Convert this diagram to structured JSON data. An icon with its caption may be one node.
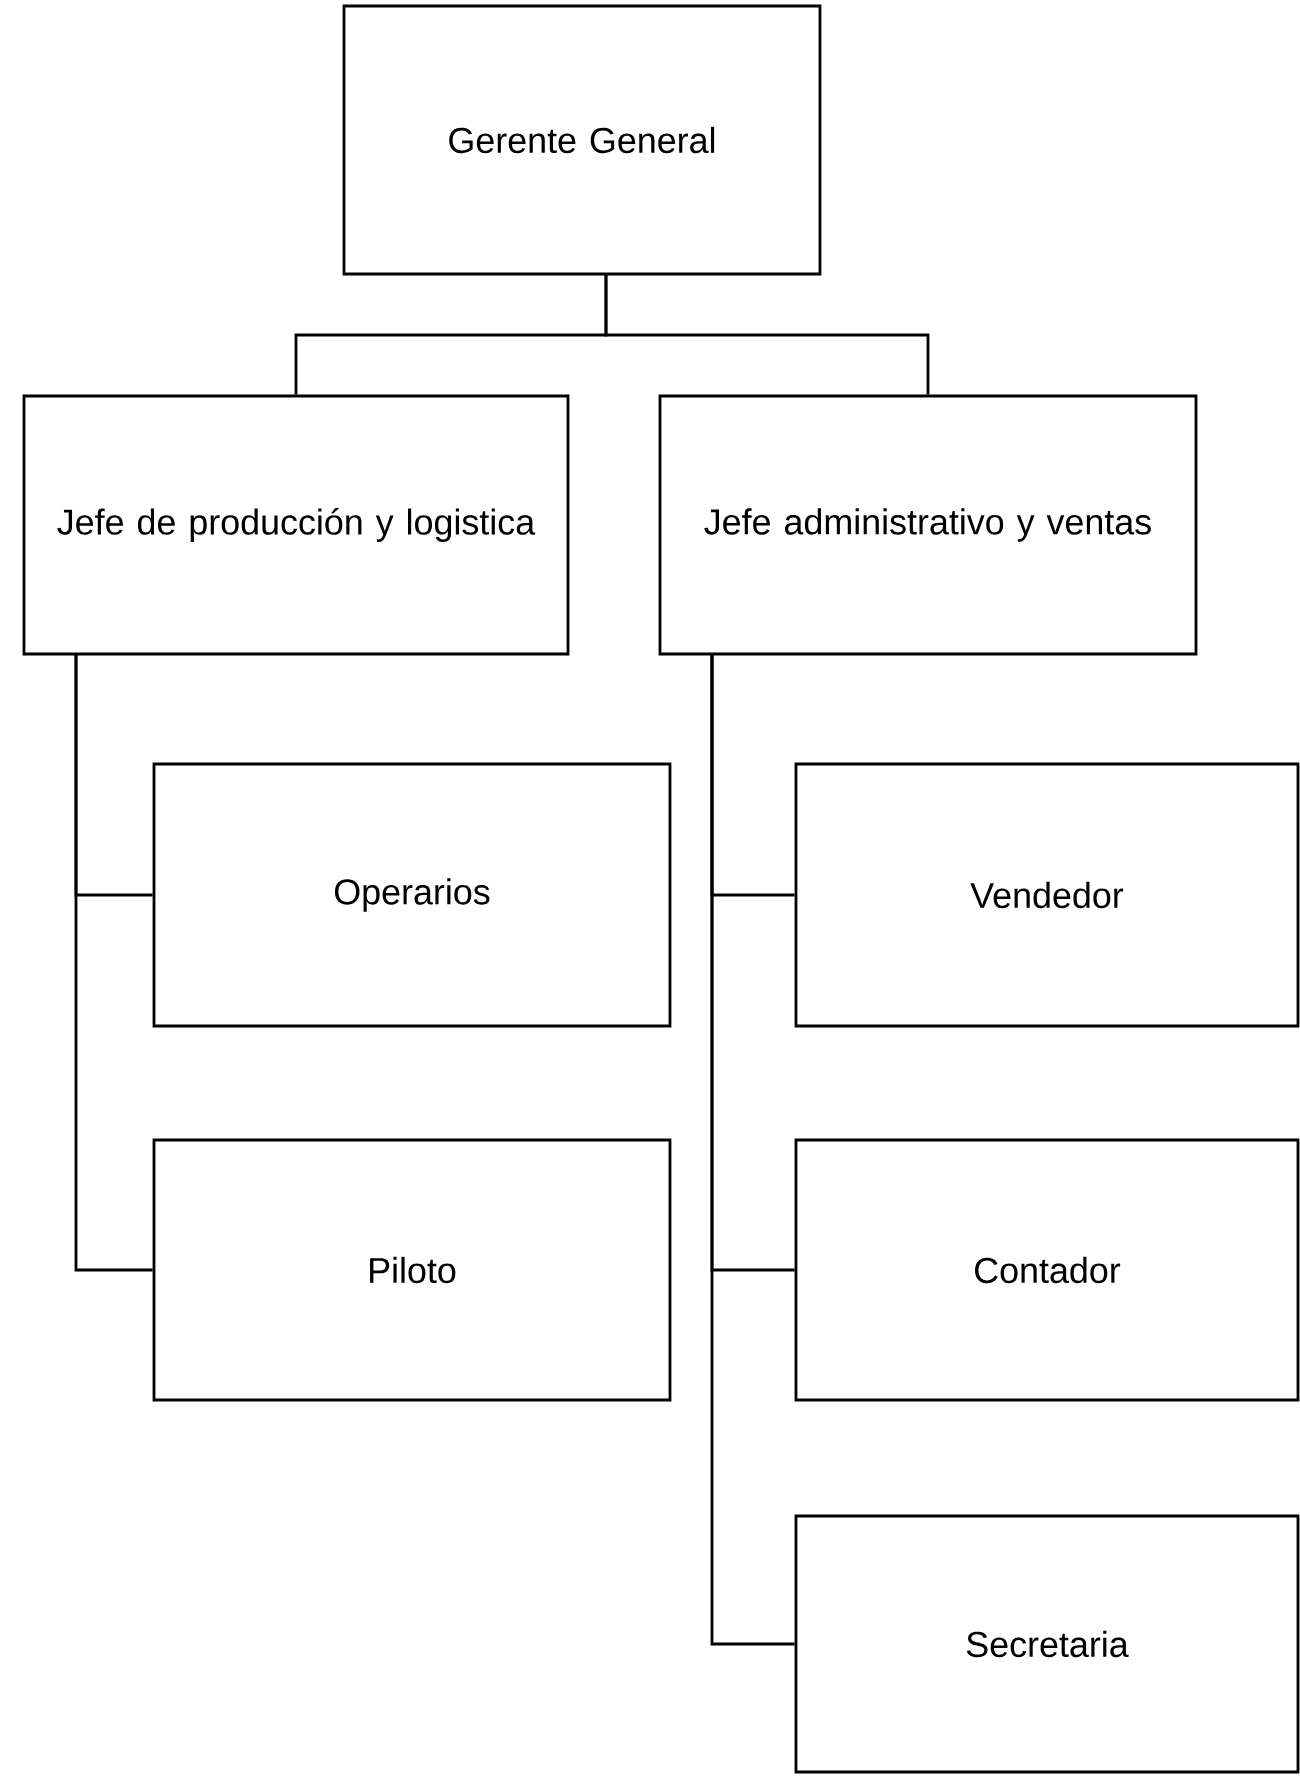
{
  "diagram": {
    "nodes": [
      {
        "text": [
          "Gerente General"
        ]
      },
      {
        "text": [
          "Jefe de producción y logistica"
        ]
      },
      {
        "text": [
          "Jefe administrativo y ventas"
        ]
      },
      {
        "text": [
          "Operarios"
        ]
      },
      {
        "text": [
          "Piloto"
        ]
      },
      {
        "text": [
          "Vendedor"
        ]
      },
      {
        "text": [
          "Contador"
        ]
      },
      {
        "text": [
          "Secretaria"
        ]
      }
    ],
    "edges": [
      {
        "from": 0,
        "to": 1,
        "arrow": "none"
      },
      {
        "from": 0,
        "to": 2,
        "arrow": "none"
      },
      {
        "from": 1,
        "to": 3,
        "arrow": "none"
      },
      {
        "from": 1,
        "to": 4,
        "arrow": "none"
      },
      {
        "from": 2,
        "to": 5,
        "arrow": "none"
      },
      {
        "from": 2,
        "to": 6,
        "arrow": "none"
      },
      {
        "from": 2,
        "to": 7,
        "arrow": "none"
      }
    ]
  }
}
